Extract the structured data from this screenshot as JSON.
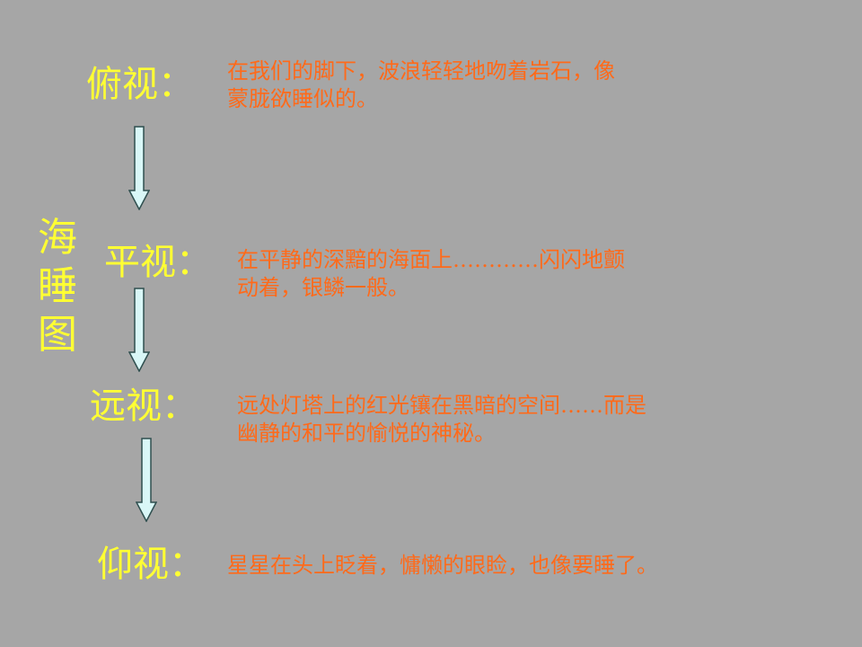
{
  "slide": {
    "side_title": "海睡图",
    "views": [
      {
        "label": "俯视：",
        "text": "在我们的脚下，波浪轻轻地吻着岩石，像\n蒙胧欲睡似的。"
      },
      {
        "label": "平视：",
        "text": "在平静的深黯的海面上…………闪闪地颤\n动着，银鳞一般。"
      },
      {
        "label": "远视：",
        "text": "远处灯塔上的红光镶在黑暗的空间……而是\n幽静的和平的愉悦的神秘。"
      },
      {
        "label": "仰视：",
        "text": "星星在头上眨着，慵懒的眼睑，也像要睡了。"
      }
    ]
  },
  "colors": {
    "background": "#a6a6a6",
    "label": "#ffff33",
    "text": "#ff6a1a",
    "arrow_fill": "#d9f7f7",
    "arrow_stroke": "#2f4f4f"
  },
  "icons": {
    "arrow": "arrow-down-icon"
  }
}
